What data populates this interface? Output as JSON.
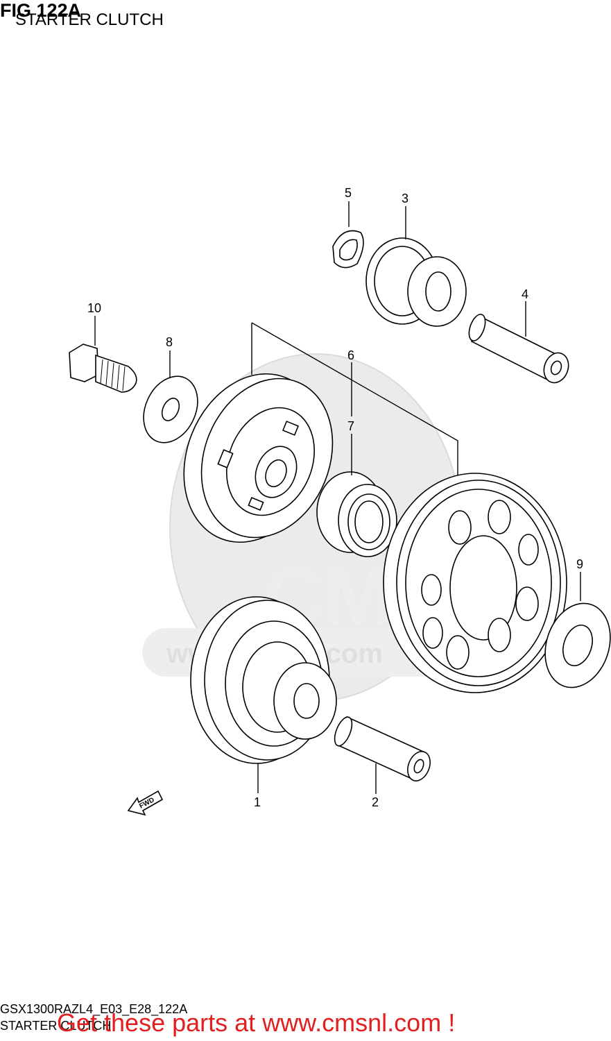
{
  "figure": {
    "number": "FIG 122A",
    "title": "STARTER CLUTCH"
  },
  "watermark": {
    "brand": "CMS",
    "url": "www.cmsnl.com"
  },
  "direction_marker": "FWD",
  "callouts": [
    "1",
    "2",
    "3",
    "4",
    "5",
    "6",
    "7",
    "8",
    "9",
    "10"
  ],
  "footer": {
    "code": "GSX1300RAZL4_E03_E28_122A",
    "name": "STARTER CLUTCH",
    "banner": "Get these parts at www.cmsnl.com !",
    "banner_color": "#e21f1f"
  }
}
